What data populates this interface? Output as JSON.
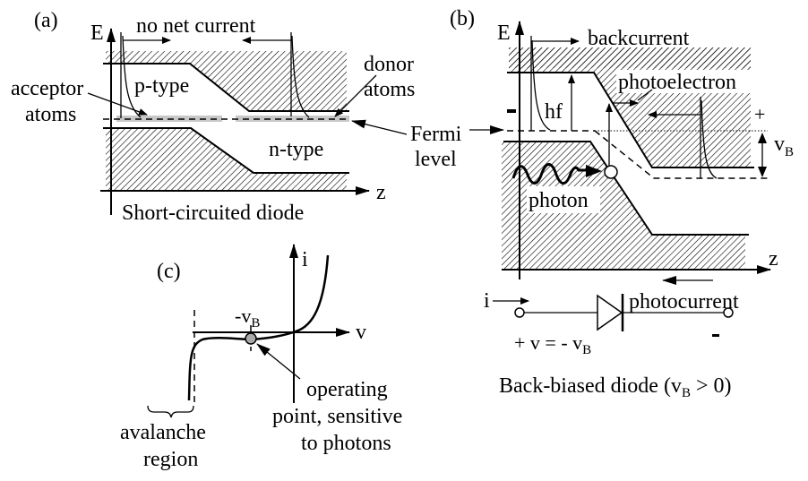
{
  "panel_a": {
    "label": "(a)",
    "axis_e": "E",
    "axis_z": "z",
    "current_label": "no net current",
    "p_region": "p-type",
    "n_region": "n-type",
    "acceptor_line1": "acceptor",
    "acceptor_line2": "atoms",
    "donor_line1": "donor",
    "donor_line2": "atoms",
    "caption": "Short-circuited diode"
  },
  "fermi": {
    "line1": "Fermi",
    "line2": "level"
  },
  "panel_b": {
    "label": "(b)",
    "axis_e": "E",
    "axis_z": "z",
    "backcurrent": "backcurrent",
    "photoelectron": "photoelectron",
    "hf": "hf",
    "minus_sign": "-",
    "plus_sign": "+",
    "vb_main": "v",
    "vb_sub": "B",
    "photon": "photon",
    "photocurrent": "photocurrent",
    "current_i": "i",
    "circuit_minus": "-",
    "voltage_eq_main": "+ v = - v",
    "voltage_eq_sub": "B",
    "caption_main": "Back-biased diode (v",
    "caption_sub": "B",
    "caption_end": " > 0)"
  },
  "panel_c": {
    "label": "(c)",
    "axis_i": "i",
    "axis_v": "v",
    "vb_main": "-v",
    "vb_sub": "B",
    "operating_line1": "operating",
    "operating_line2": "point, sensitive",
    "operating_line3": "to photons",
    "avalanche_line1": "avalanche",
    "avalanche_line2": "region"
  }
}
